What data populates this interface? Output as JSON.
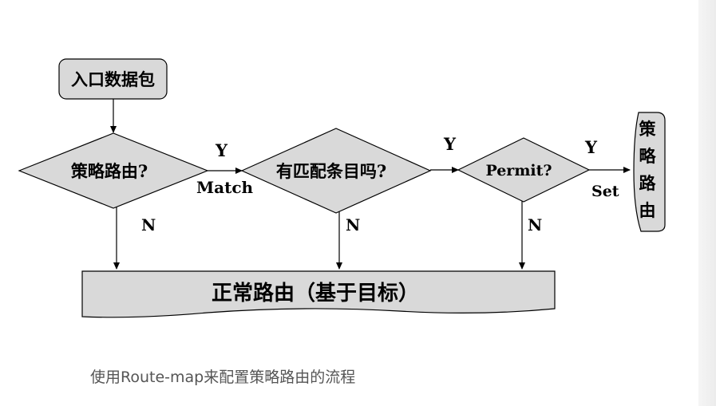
{
  "nodes": {
    "entry": "入口数据包",
    "decision_policy": "策略路由?",
    "decision_match": "有匹配条目吗?",
    "decision_permit": "Permit?",
    "policy_routing": [
      "策",
      "略",
      "路",
      "由"
    ],
    "normal_routing": "正常路由（基于目标）"
  },
  "edges": {
    "y1": "Y",
    "match": "Match",
    "y2": "Y",
    "y3": "Y",
    "set": "Set",
    "n1": "N",
    "n2": "N",
    "n3": "N"
  },
  "caption": "使用Route-map来配置策略路由的流程",
  "colors": {
    "shape_fill": "#d9d9d9",
    "stroke": "#000000",
    "caption": "#555555"
  }
}
